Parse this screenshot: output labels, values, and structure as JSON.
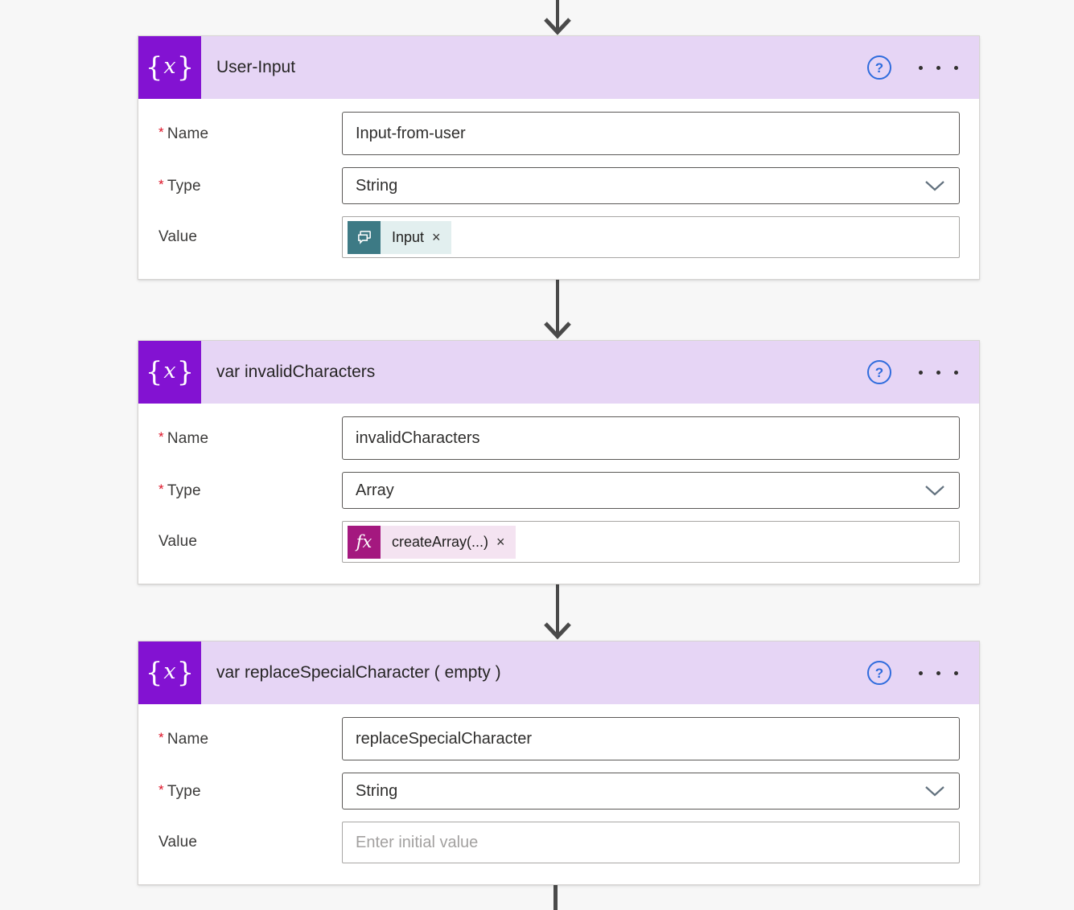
{
  "colors": {
    "accent_purple": "#8312d2",
    "header_lavender": "#e6d5f5",
    "help_blue": "#2f6cdd",
    "chip_teal": "#3d7a85",
    "chip_teal_bg": "#e2efef",
    "chip_magenta": "#a4187f",
    "chip_magenta_bg": "#f4e3f1",
    "arrow_gray": "#4a4a4a",
    "required_red": "#dd1125"
  },
  "required_marker": "*",
  "help_label": "?",
  "variable_icon": {
    "open": "{",
    "var": "x",
    "close": "}"
  },
  "cards": [
    {
      "title": "User-Input",
      "rows": [
        {
          "label": "Name",
          "required": true,
          "control": "input",
          "value": "Input-from-user"
        },
        {
          "label": "Type",
          "required": true,
          "control": "dropdown",
          "value": "String"
        },
        {
          "label": "Value",
          "required": false,
          "control": "token",
          "chip": {
            "icon": "chat-icon",
            "label": "Input",
            "remove_label": "×"
          }
        }
      ]
    },
    {
      "title": "var invalidCharacters",
      "rows": [
        {
          "label": "Name",
          "required": true,
          "control": "input",
          "value": "invalidCharacters"
        },
        {
          "label": "Type",
          "required": true,
          "control": "dropdown",
          "value": "Array"
        },
        {
          "label": "Value",
          "required": false,
          "control": "token",
          "chip": {
            "icon": "fx-icon",
            "icon_text": "fx",
            "label": "createArray(...)",
            "remove_label": "×"
          }
        }
      ]
    },
    {
      "title": "var replaceSpecialCharacter ( empty )",
      "rows": [
        {
          "label": "Name",
          "required": true,
          "control": "input",
          "value": "replaceSpecialCharacter"
        },
        {
          "label": "Type",
          "required": true,
          "control": "dropdown",
          "value": "String"
        },
        {
          "label": "Value",
          "required": false,
          "control": "input-empty",
          "placeholder": "Enter initial value"
        }
      ]
    }
  ]
}
